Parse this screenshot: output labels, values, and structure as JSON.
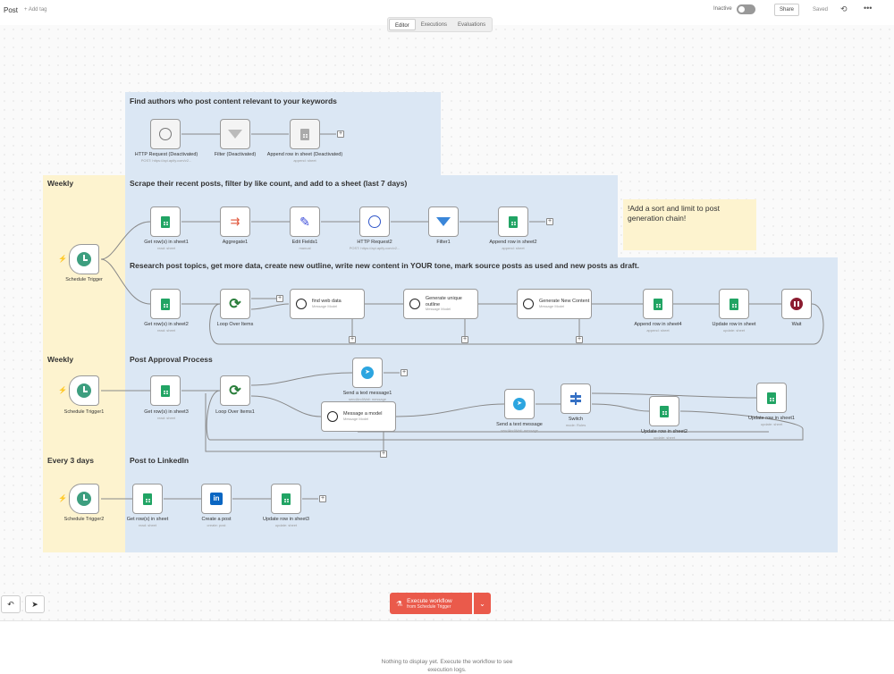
{
  "header": {
    "workflow_name": "Post",
    "add_tag": "+ Add tag",
    "status_label": "Inactive",
    "share": "Share",
    "saved": "Saved",
    "history_icon": "history-icon",
    "more_icon": "more-icon"
  },
  "tabs": [
    "Editor",
    "Executions",
    "Evaluations"
  ],
  "stickies": {
    "find_authors": "Find authors who post content relevant to your keywords",
    "scrape": "Scrape their recent posts, filter by like count, and add to a sheet (last 7 days)",
    "research": "Research post topics, get more data, create new outline, write new content in YOUR tone, mark source posts as used and new posts as draft.",
    "approval": "Post Approval Process",
    "post_linkedin": "Post to LinkedIn",
    "weekly1": "Weekly",
    "weekly2": "Weekly",
    "every3": "Every 3 days",
    "note": "!Add a sort and limit to post generation chain!"
  },
  "nodes": {
    "http1": {
      "label": "HTTP Request (Deactivated)",
      "sub": "POST: https://api.apify.com/v2..."
    },
    "filter0": {
      "label": "Filter (Deactivated)"
    },
    "append0": {
      "label": "Append row in sheet (Deactivated)",
      "sub": "append: sheet"
    },
    "getrows1": {
      "label": "Get row(s) in sheet1",
      "sub": "read: sheet"
    },
    "aggregate": {
      "label": "Aggregate1"
    },
    "editfields": {
      "label": "Edit Fields1",
      "sub": "manual"
    },
    "http2": {
      "label": "HTTP Request2",
      "sub": "POST: https://api.apify.com/v2..."
    },
    "filter1": {
      "label": "Filter1"
    },
    "append2": {
      "label": "Append row in sheet2",
      "sub": "append: sheet"
    },
    "schedule": {
      "label": "Schedule Trigger"
    },
    "getrows2": {
      "label": "Get row(s) in sheet2",
      "sub": "read: sheet"
    },
    "loop1": {
      "label": "Loop Over Items"
    },
    "findweb": {
      "label": "find web data",
      "sub": "Message Model"
    },
    "outline": {
      "label": "Generate unique outline",
      "sub": "Message Model"
    },
    "newcontent": {
      "label": "Generate New Content",
      "sub": "Message Model"
    },
    "append4": {
      "label": "Append row in sheet4",
      "sub": "append: sheet"
    },
    "update1": {
      "label": "Update row in sheet",
      "sub": "update: sheet"
    },
    "wait": {
      "label": "Wait"
    },
    "schedule1": {
      "label": "Schedule Trigger1"
    },
    "getrows3": {
      "label": "Get row(s) in sheet3",
      "sub": "read: sheet"
    },
    "loop2": {
      "label": "Loop Over Items1"
    },
    "sendtext1": {
      "label": "Send a text message1",
      "sub": "sendAndWait: message"
    },
    "msgmodel": {
      "label": "Message a model",
      "sub": "Message Model"
    },
    "sendtext": {
      "label": "Send a text message",
      "sub": "sendAndWait: message"
    },
    "switch": {
      "label": "Switch",
      "sub": "mode: Rules"
    },
    "update2": {
      "label": "Update row in sheet2",
      "sub": "update: sheet"
    },
    "update1b": {
      "label": "Update row in sheet1",
      "sub": "update: sheet"
    },
    "schedule2": {
      "label": "Schedule Trigger2"
    },
    "getrowsA": {
      "label": "Get row(s) in sheet",
      "sub": "read: sheet"
    },
    "createpost": {
      "label": "Create a post",
      "sub": "create: post"
    },
    "update3": {
      "label": "Update row in sheet3",
      "sub": "update: sheet"
    }
  },
  "execute": {
    "label": "Execute workflow",
    "sub": "from Schedule Trigger"
  },
  "logs_message": "Nothing to display yet. Execute the workflow to see execution logs."
}
